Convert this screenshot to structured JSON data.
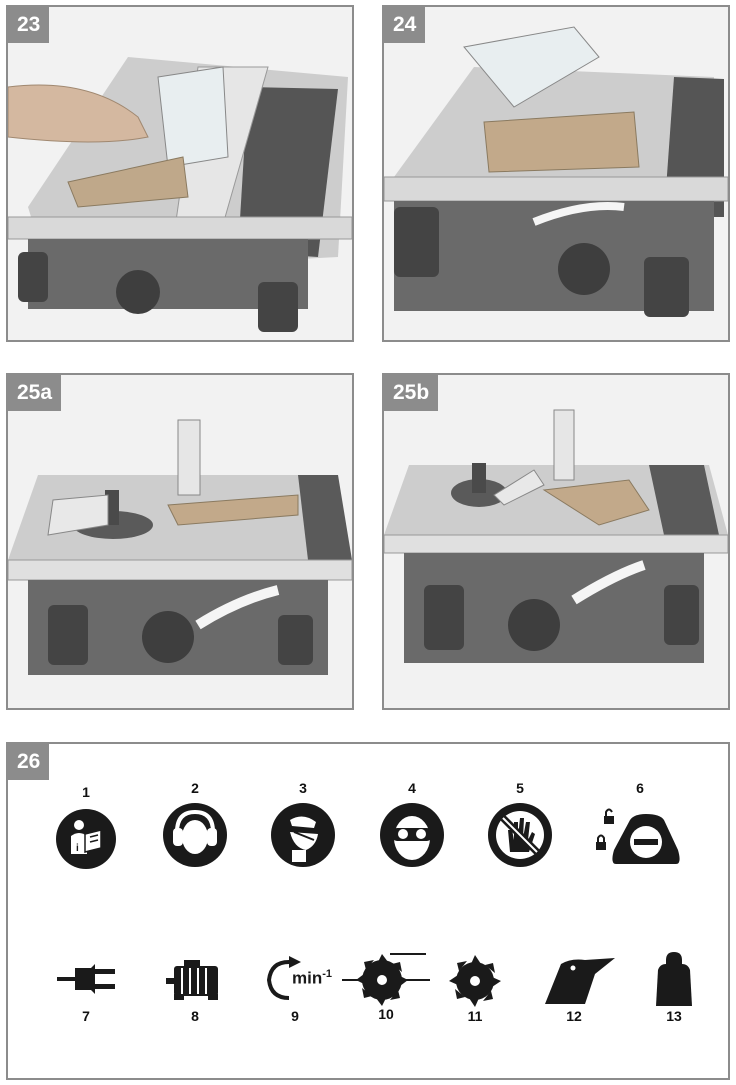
{
  "figures": [
    {
      "label": "23"
    },
    {
      "label": "24"
    },
    {
      "label": "25a"
    },
    {
      "label": "25b"
    }
  ],
  "symbols_panel": {
    "label": "26",
    "symbols": [
      {
        "number": "1",
        "icon": "read-manual-icon"
      },
      {
        "number": "2",
        "icon": "ear-protection-icon"
      },
      {
        "number": "3",
        "icon": "dust-mask-icon"
      },
      {
        "number": "4",
        "icon": "eye-protection-icon"
      },
      {
        "number": "5",
        "icon": "no-hands-icon"
      },
      {
        "number": "6",
        "icon": "lock-unlock-switch-icon"
      },
      {
        "number": "7",
        "icon": "plug-icon"
      },
      {
        "number": "8",
        "icon": "motor-icon"
      },
      {
        "number": "9",
        "icon": "speed-icon",
        "text": "min-1"
      },
      {
        "number": "10",
        "icon": "saw-blade-cut-icon"
      },
      {
        "number": "11",
        "icon": "saw-blade-icon"
      },
      {
        "number": "12",
        "icon": "tooth-icon"
      },
      {
        "number": "13",
        "icon": "weight-icon"
      }
    ]
  },
  "colors": {
    "frame": "#8c8c8c",
    "table": "#cfcfcf",
    "dark": "#5a5a5a",
    "icon": "#1a1a1a"
  }
}
